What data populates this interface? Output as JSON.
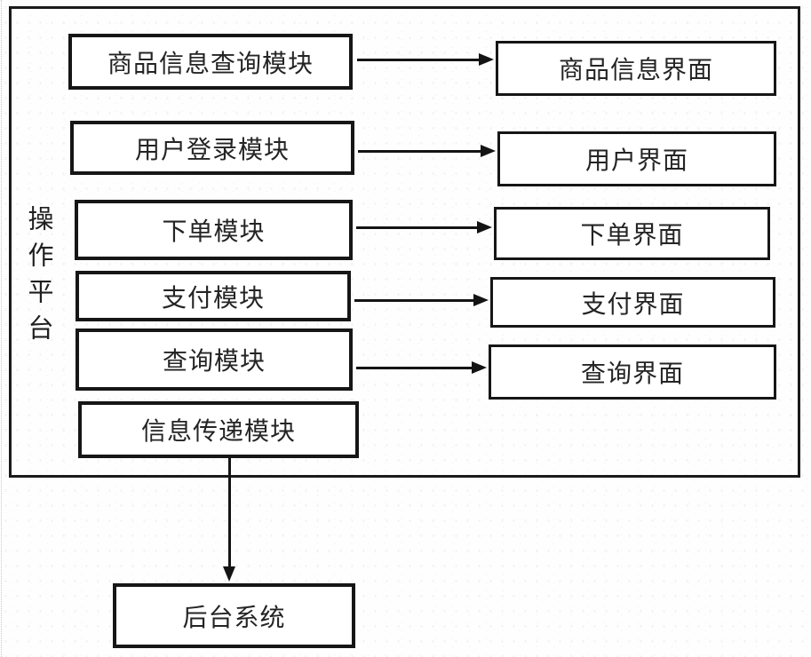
{
  "figure": {
    "platform": {
      "label": "操作平台"
    },
    "pairs": [
      {
        "module": "商品信息查询模块",
        "interface": "商品信息界面"
      },
      {
        "module": "用户登录模块",
        "interface": "用户界面"
      },
      {
        "module": "下单模块",
        "interface": "下单界面"
      },
      {
        "module": "支付模块",
        "interface": "支付界面"
      },
      {
        "module": "查询模块",
        "interface": "查询界面"
      }
    ],
    "transfer_module": "信息传递模块",
    "backend": "后台系统",
    "colors": {
      "ink": "#1a1a1a",
      "background": "#ffffff"
    }
  }
}
